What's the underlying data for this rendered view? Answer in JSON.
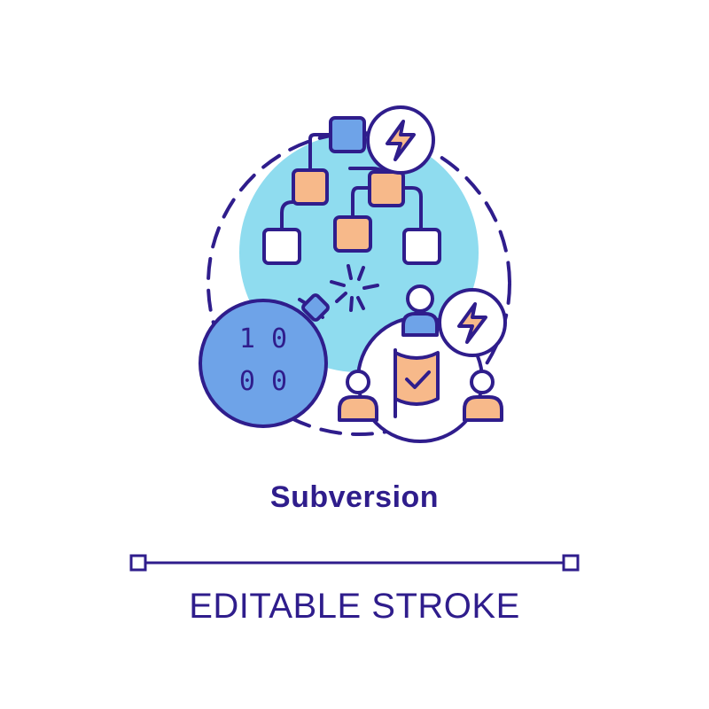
{
  "title": "Subversion",
  "subtitle": "EDITABLE STROKE",
  "bomb_digits": {
    "row1": "1 0",
    "row2": "0 0"
  },
  "colors": {
    "stroke": "#2f1d8c",
    "light_blue": "#8fdcef",
    "orange": "#f7b98a",
    "blue_fill": "#6ea3e8",
    "white": "#ffffff"
  },
  "icons": [
    "flowchart-icon",
    "lightning-icon",
    "bomb-icon",
    "team-icon",
    "flag-icon",
    "check-icon"
  ]
}
